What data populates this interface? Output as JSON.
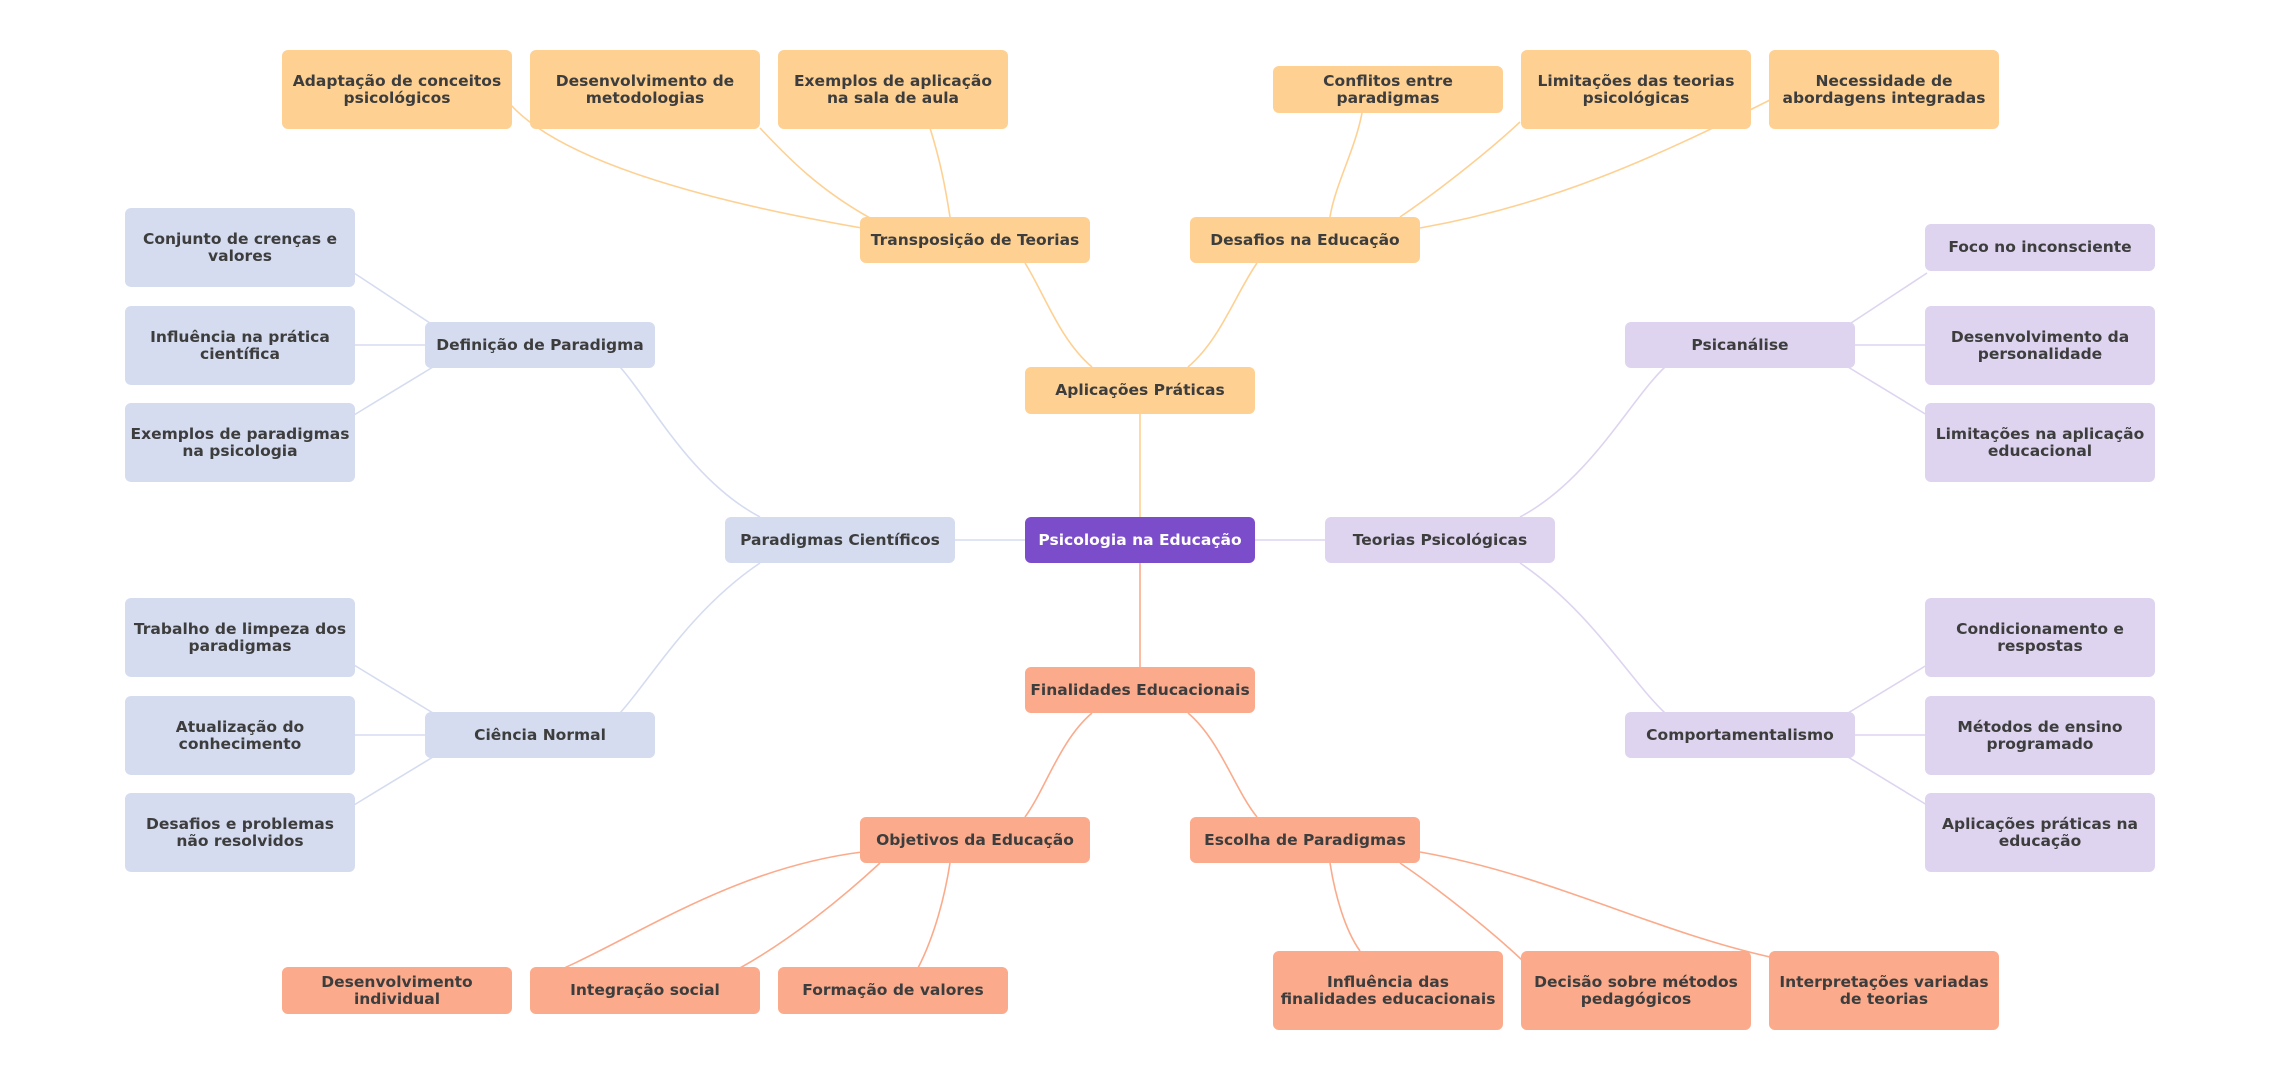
{
  "mindmap": {
    "root": "Psicologia na Educação",
    "branches": {
      "aplicacoes": {
        "label": "Aplicações Práticas",
        "transposicao": {
          "label": "Transposição de Teorias",
          "children": [
            "Adaptação de conceitos psicológicos",
            "Desenvolvimento de metodologias",
            "Exemplos de aplicação na sala de aula"
          ]
        },
        "desafios": {
          "label": "Desafios na Educação",
          "children": [
            "Conflitos entre paradigmas",
            "Limitações das teorias psicológicas",
            "Necessidade de abordagens integradas"
          ]
        }
      },
      "paradigmas": {
        "label": "Paradigmas Científicos",
        "definicao": {
          "label": "Definição de Paradigma",
          "children": [
            "Conjunto de crenças e valores",
            "Influência na prática científica",
            "Exemplos de paradigmas na psicologia"
          ]
        },
        "ciencia": {
          "label": "Ciência Normal",
          "children": [
            "Trabalho de limpeza dos paradigmas",
            "Atualização do conhecimento",
            "Desafios e problemas não resolvidos"
          ]
        }
      },
      "teorias": {
        "label": "Teorias Psicológicas",
        "psicanalise": {
          "label": "Psicanálise",
          "children": [
            "Foco no inconsciente",
            "Desenvolvimento da personalidade",
            "Limitações na aplicação educacional"
          ]
        },
        "comportamentalismo": {
          "label": "Comportamentalismo",
          "children": [
            "Condicionamento e respostas",
            "Métodos de ensino programado",
            "Aplicações práticas na educação"
          ]
        }
      },
      "finalidades": {
        "label": "Finalidades Educacionais",
        "objetivos": {
          "label": "Objetivos da Educação",
          "children": [
            "Desenvolvimento individual",
            "Integração social",
            "Formação de valores"
          ]
        },
        "escolha": {
          "label": "Escolha de Paradigmas",
          "children": [
            "Influência das finalidades educacionais",
            "Decisão sobre métodos pedagógicos",
            "Interpretações variadas de teorias"
          ]
        }
      }
    }
  },
  "colors": {
    "root": "#7c4dcb",
    "aplicacoes": "#fed193",
    "paradigmas": "#d5dcf0",
    "teorias": "#ded4f0",
    "finalidades": "#fbab8c"
  }
}
